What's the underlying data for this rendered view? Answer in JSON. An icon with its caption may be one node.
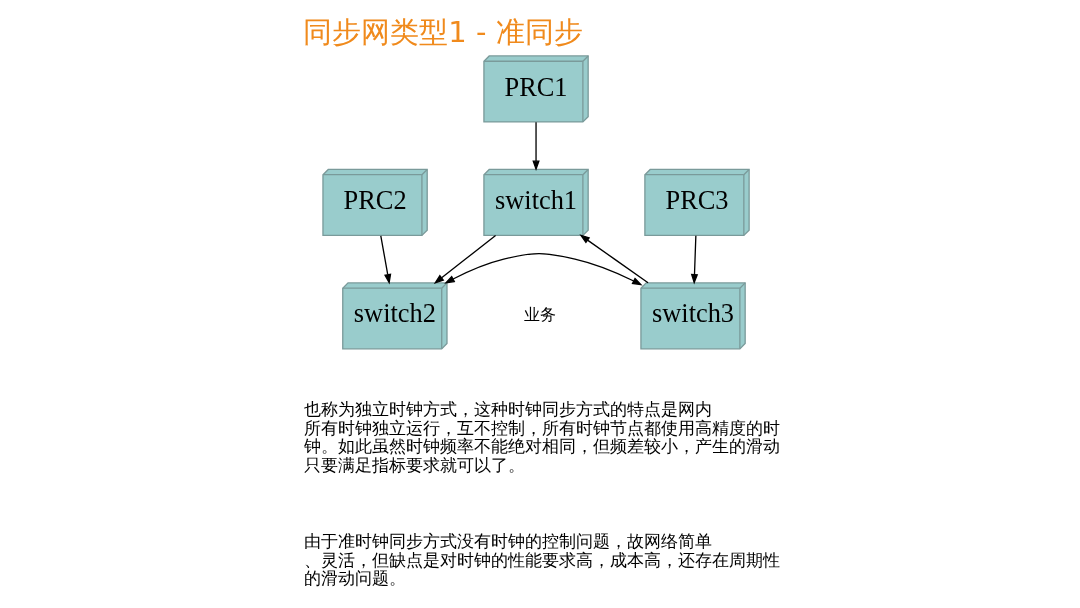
{
  "diagram": {
    "title": "同步网类型1 - 准同步",
    "nodes": [
      {
        "text": [
          "PRC1"
        ]
      },
      {
        "text": [
          "switch1"
        ]
      },
      {
        "text": [
          "PRC2"
        ]
      },
      {
        "text": [
          "switch2"
        ]
      },
      {
        "text": [
          "PRC3"
        ]
      },
      {
        "text": [
          "switch3"
        ]
      }
    ],
    "edges": [
      {
        "from": 0,
        "to": 1,
        "arrow": "to"
      },
      {
        "from": 2,
        "to": 3,
        "arrow": "to"
      },
      {
        "from": 4,
        "to": 5,
        "arrow": "to"
      },
      {
        "from": 1,
        "to": 3,
        "arrow": "to"
      },
      {
        "from": 5,
        "to": 1,
        "arrow": "to"
      },
      {
        "from": 3,
        "to": 5,
        "arrow": "both"
      }
    ],
    "labels": [
      "业务",
      "也称为独立时钟方式，这种时钟同步方式的特点是网内所有时钟独立运行，互不控制，所有时钟节点都使用高精度的时钟。如此虽然时钟频率不能绝对相同，但频差较小，产生的滑动只要满足指标要求就可以了。",
      "由于准时钟同步方式没有时钟的控制问题，故网络简单、灵活，但缺点是对时钟的性能要求高，成本高，还存在周期性的滑动问题。"
    ]
  }
}
